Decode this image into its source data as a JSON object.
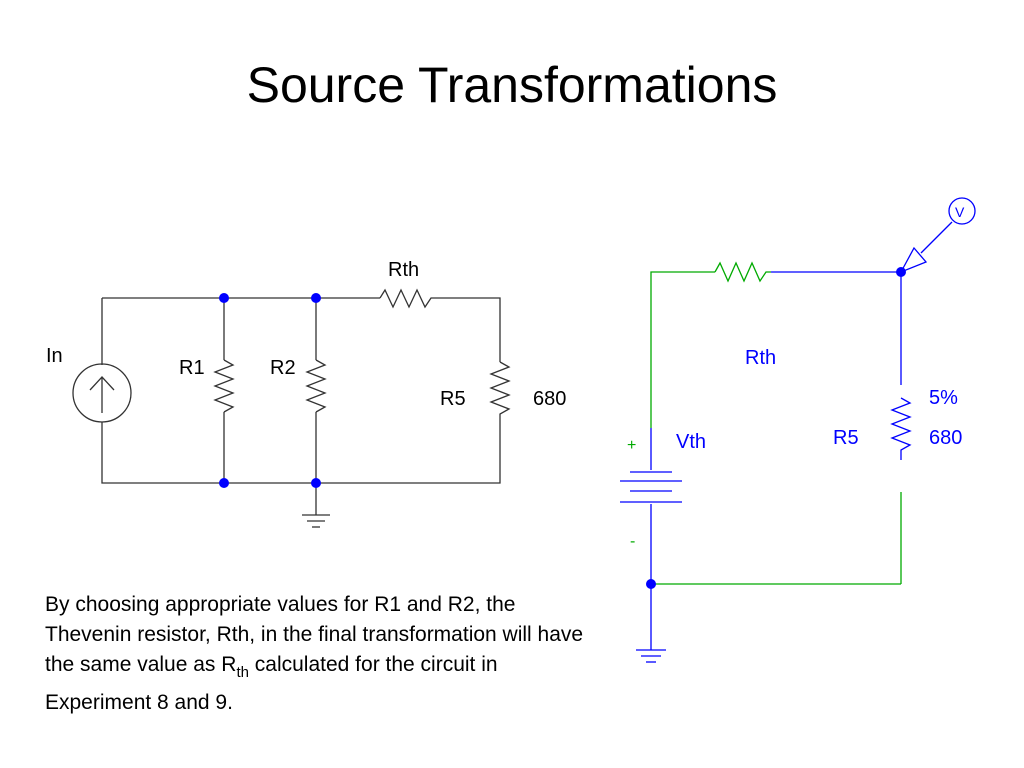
{
  "title": "Source Transformations",
  "colors": {
    "wire_left": "#333333",
    "node": "#0000ff",
    "wire_right": "#00aa00",
    "component_right": "#0000ff",
    "label_right": "#0000ff"
  },
  "left_circuit": {
    "source_label": "In",
    "r1_label": "R1",
    "r2_label": "R2",
    "rth_label": "Rth",
    "r5_label": "R5",
    "r5_value": "680"
  },
  "right_circuit": {
    "rth_label": "Rth",
    "source_label": "Vth",
    "plus_sign": "+",
    "minus_sign": "-",
    "r5_label": "R5",
    "r5_value": "680",
    "tolerance": "5%",
    "probe_label": "V"
  },
  "caption": {
    "line_main": "By choosing appropriate values for R1 and R2, the Thevenin resistor, Rth, in the final transformation will have the same value as R",
    "subscript": "th",
    "line_tail": " calculated for the circuit in Experiment 8 and 9."
  }
}
